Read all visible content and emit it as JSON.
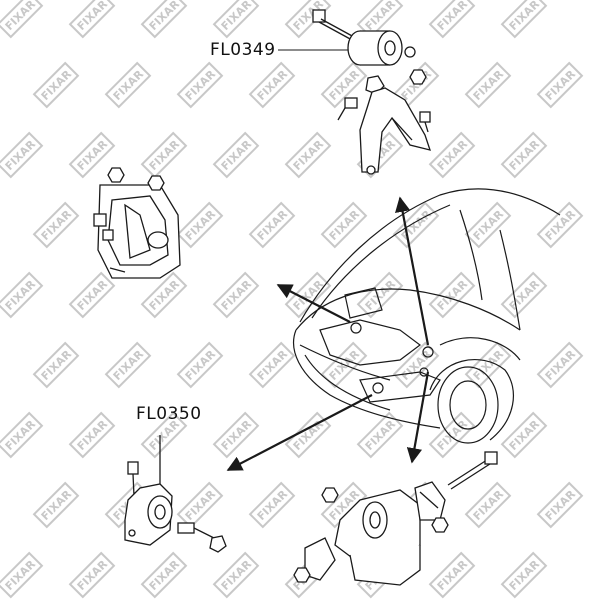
{
  "labels": {
    "fl0349": "FL0349",
    "fl0350": "FL0350"
  },
  "watermark": {
    "brand": "FIXAR",
    "color": "#c8c8c8"
  },
  "colors": {
    "line": "#1a1a1a",
    "background": "#ffffff"
  },
  "icons": [
    "engine-mount-icon",
    "arrow-icon",
    "bolt-icon",
    "nut-icon",
    "car-body-icon"
  ]
}
